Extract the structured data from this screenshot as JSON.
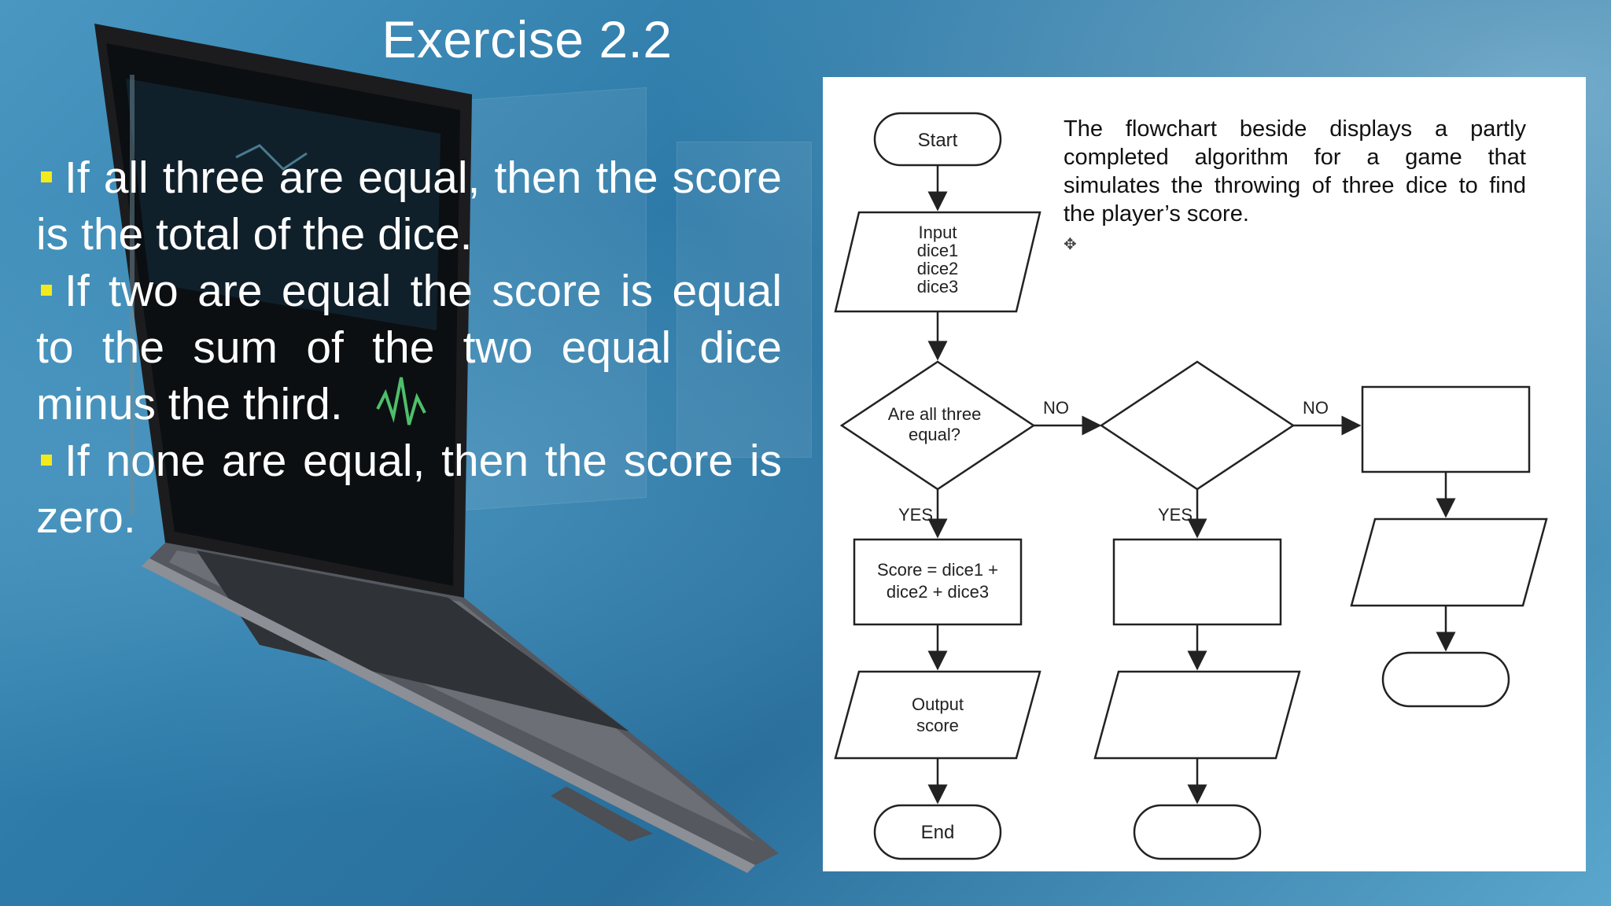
{
  "slide": {
    "title": "Exercise 2.2",
    "bullets": [
      "If all three are equal, then the score is the total of the dice.",
      "If two are equal the score is equal to the sum of the two equal dice minus the third.",
      "If none are equal, then the score is zero."
    ],
    "bullet_color": "#f2ea1c"
  },
  "flowchart": {
    "description": "The flowchart beside displays a partly completed algorithm for a game that simulates the throwing of three dice to find the player’s score.",
    "start_label": "Start",
    "input_lines": [
      "Input",
      "dice1",
      "dice2",
      "dice3"
    ],
    "decision_label_lines": [
      "Are all three",
      "equal?"
    ],
    "no_label_1": "NO",
    "no_label_2": "NO",
    "yes_label_1": "YES",
    "yes_label_2": "YES",
    "process_lines": [
      "Score = dice1 +",
      "dice2 + dice3"
    ],
    "output_lines": [
      "Output",
      "score"
    ],
    "end_label": "End"
  }
}
